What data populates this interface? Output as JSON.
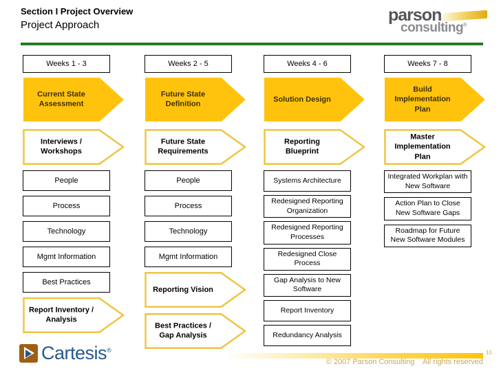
{
  "header": {
    "title": "Section I Project Overview",
    "subtitle": "Project Approach"
  },
  "logos": {
    "parson_line1": "parson",
    "parson_line2": "consulting",
    "reg": "®",
    "cartesis_text": "Cartesis"
  },
  "footer": {
    "page_number": "10",
    "copyright": "© 2007 Parson Consulting    All rights reserved"
  },
  "colors": {
    "gold": "#FFC30E",
    "gold_border": "#EFC544",
    "green": "#217A21",
    "arrow_text": "#403000",
    "copyright": "#C3A85F",
    "page_num": "#E5A81C",
    "cartesis_blue": "#27588C",
    "cartesis_brown": "#A05E12",
    "parson_dark": "#55565A",
    "parson_gray": "#8A8C8E"
  },
  "columns": [
    {
      "week": "Weeks 1 - 3",
      "items": [
        {
          "kind": "solid",
          "label": "Current State\nAssessment"
        },
        {
          "kind": "outline",
          "label": "Interviews /\nWorkshops"
        },
        {
          "kind": "box",
          "label": "People"
        },
        {
          "kind": "box",
          "label": "Process"
        },
        {
          "kind": "box",
          "label": "Technology"
        },
        {
          "kind": "box",
          "label": "Mgmt Information"
        },
        {
          "kind": "box",
          "label": "Best Practices"
        },
        {
          "kind": "outline",
          "label": "Report Inventory /\nAnalysis"
        }
      ]
    },
    {
      "week": "Weeks 2 - 5",
      "items": [
        {
          "kind": "solid",
          "label": "Future State\nDefinition"
        },
        {
          "kind": "outline",
          "label": "Future State\nRequirements"
        },
        {
          "kind": "box",
          "label": "People"
        },
        {
          "kind": "box",
          "label": "Process"
        },
        {
          "kind": "box",
          "label": "Technology"
        },
        {
          "kind": "box",
          "label": "Mgmt Information"
        },
        {
          "kind": "outline",
          "label": "Reporting Vision"
        },
        {
          "kind": "outline",
          "label": "Best Practices /\nGap Analysis"
        }
      ]
    },
    {
      "week": "Weeks 4 - 6",
      "items": [
        {
          "kind": "solid",
          "label": "Solution Design"
        },
        {
          "kind": "outline",
          "label": "Reporting\nBlueprint"
        },
        {
          "kind": "box",
          "label": "Systems Architecture"
        },
        {
          "kind": "box",
          "label": "Redesigned Reporting Organization"
        },
        {
          "kind": "box",
          "label": "Redesigned Reporting Processes"
        },
        {
          "kind": "box",
          "label": "Redesigned Close Process"
        },
        {
          "kind": "box",
          "label": "Gap Analysis to New Software"
        },
        {
          "kind": "box",
          "label": "Report Inventory"
        },
        {
          "kind": "box",
          "label": "Redundancy Analysis"
        }
      ]
    },
    {
      "week": "Weeks 7 - 8",
      "items": [
        {
          "kind": "solid",
          "label": "Build\nImplementation\nPlan"
        },
        {
          "kind": "outline",
          "label": "Master\nImplementation\nPlan"
        },
        {
          "kind": "box",
          "label": "Integrated Workplan with New Software"
        },
        {
          "kind": "box",
          "label": "Action Plan to Close New Software Gaps"
        },
        {
          "kind": "box",
          "label": "Roadmap for Future New Software Modules"
        }
      ]
    }
  ]
}
